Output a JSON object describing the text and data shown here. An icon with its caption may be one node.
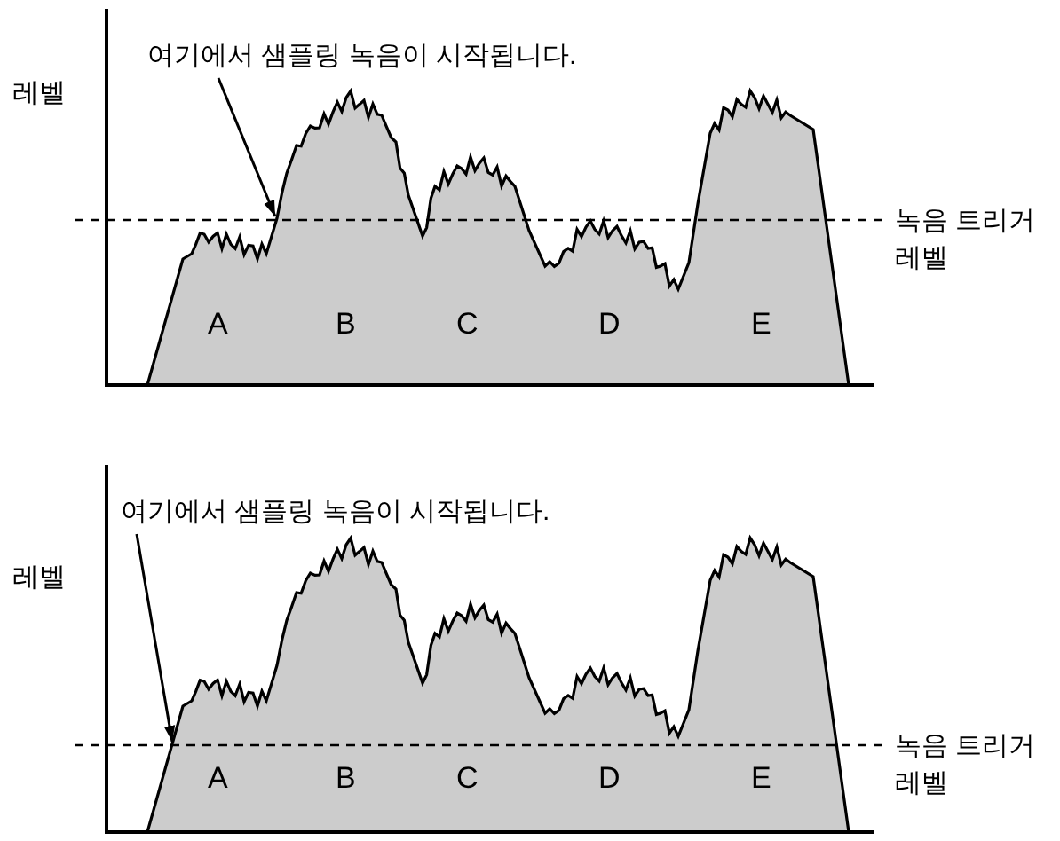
{
  "diagram": {
    "nodes": [
      {
        "text": [
          "여기에서 샘플링 녹음이 시작됩니다."
        ]
      },
      {
        "text": [
          "여기에서 샘플링 녹음이 시작됩니다."
        ]
      }
    ],
    "edges": [
      {
        "from": 0,
        "to": null,
        "arrow": "to"
      },
      {
        "from": 1,
        "to": null,
        "arrow": "to"
      }
    ],
    "labels": [
      "레벨",
      "녹음 트리거 레벨",
      "A",
      "B",
      "C",
      "D",
      "E",
      "레벨",
      "녹음 트리거 레벨",
      "A",
      "B",
      "C",
      "D",
      "E"
    ]
  }
}
